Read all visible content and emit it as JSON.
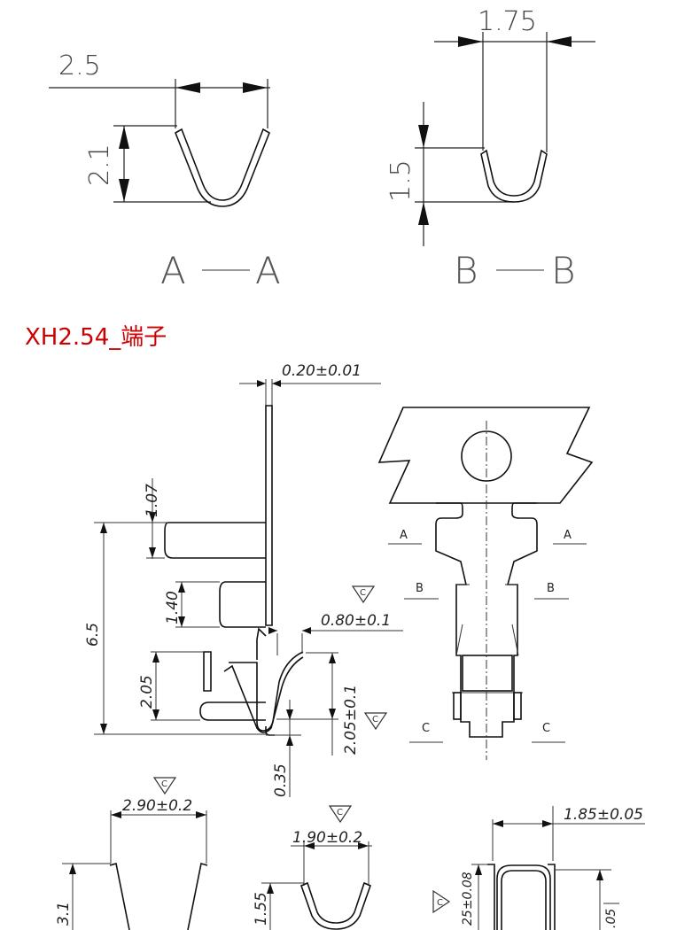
{
  "title": {
    "text": "XH2.54_端子",
    "color": "#cc0000"
  },
  "section_a": {
    "width": "2.5",
    "height": "2.1",
    "label_left": "A",
    "label_right": "A"
  },
  "section_b": {
    "width": "1.75",
    "height": "1.5",
    "label_left": "B",
    "label_right": "B"
  },
  "side_view": {
    "thickness": "0.20±0.01",
    "total_height": "6.5",
    "top_offset": "1.07",
    "mid_gap": "1.40",
    "lower_height": "2.05",
    "bottom_offset": "0.35",
    "spring_offset": "0.80±0.1",
    "spring_height": "2.05±0.1",
    "datum": "C"
  },
  "front_view": {
    "marks": [
      "A",
      "A",
      "B",
      "B",
      "C",
      "C"
    ]
  },
  "bottom_details": {
    "detail1_width": "2.90±0.2",
    "detail1_height": "3.1",
    "detail2_width": "1.90±0.2",
    "detail2_height": "1.55",
    "detail3_width": "1.85±0.05",
    "detail3_height": "25±0.08",
    "detail3_side": ".05",
    "datum": "C"
  }
}
